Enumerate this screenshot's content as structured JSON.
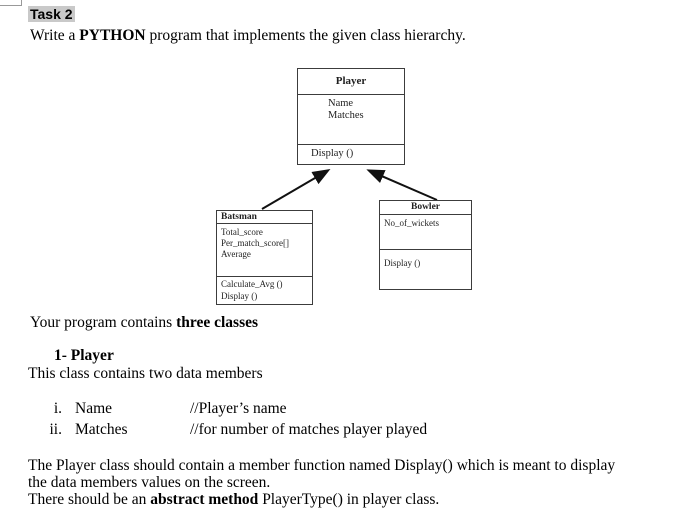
{
  "heading": {
    "text": "Task 2"
  },
  "intro": {
    "pre": "Write a ",
    "bold": "PYTHON",
    "post": " program that implements the given class hierarchy."
  },
  "diagram": {
    "player": {
      "title": "Player",
      "attributes": [
        "Name",
        "Matches"
      ],
      "methods": [
        "Display ()"
      ]
    },
    "batsman": {
      "title": "Batsman",
      "attributes": [
        "Total_score",
        "Per_match_score[]",
        "Average"
      ],
      "methods": [
        "Calculate_Avg ()",
        "Display ()"
      ]
    },
    "bowler": {
      "title": "Bowler",
      "attributes": [
        "No_of_wickets"
      ],
      "methods": [
        "Display ()"
      ]
    }
  },
  "body": {
    "contains_pre": "Your program contains ",
    "contains_bold": "three classes",
    "section_heading": "1- Player",
    "section_intro": "This class contains two data members",
    "members": [
      {
        "num": "i.",
        "name": "Name",
        "comment": "//Player’s name"
      },
      {
        "num": "ii.",
        "name": "Matches",
        "comment": "//for number of matches player played"
      }
    ],
    "closing": {
      "line1": "The Player class should contain a member function named Display() which is meant to display",
      "line2": "the data members values on the screen.",
      "line3_pre": "There should be an ",
      "line3_bold": "abstract method",
      "line3_post": " PlayerType() in player class."
    }
  }
}
